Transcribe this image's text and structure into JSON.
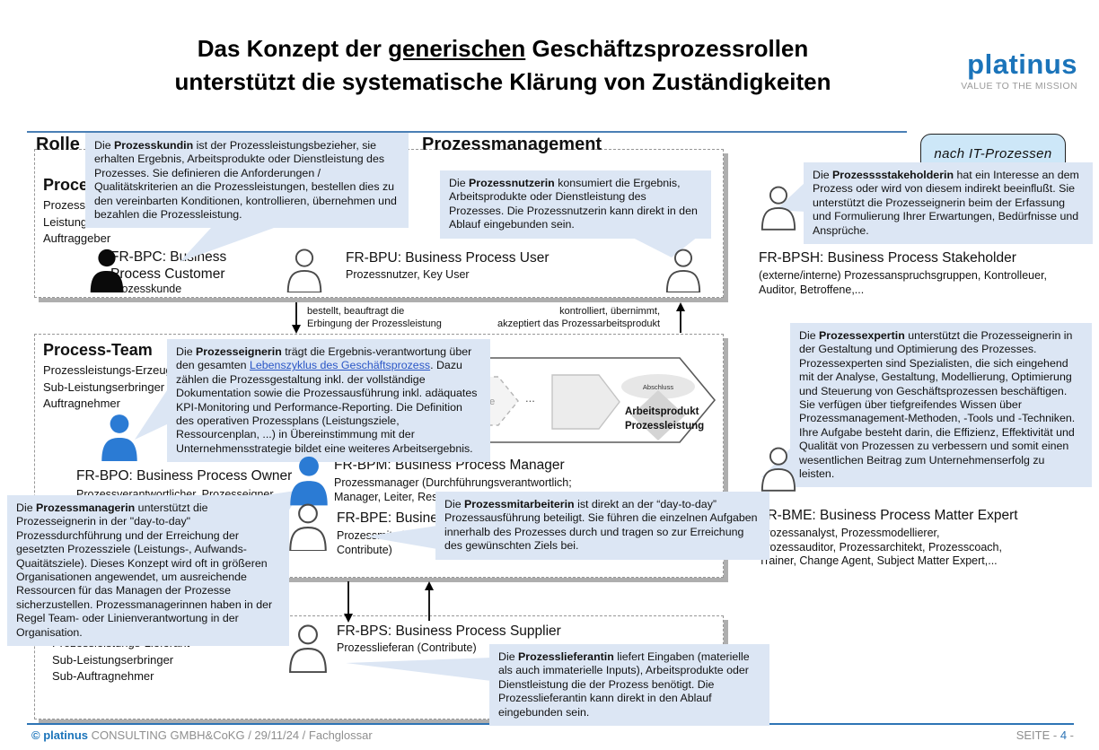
{
  "title": {
    "l1a": "Das Konzept der ",
    "l1b": "generischen",
    "l1c": " Geschäftzsprozessrollen",
    "l2": "unterstützt die systematische Klärung von Zuständigkeiten"
  },
  "logo": {
    "brand": "platinus",
    "tagline": "VALUE TO THE MISSION"
  },
  "header": {
    "left": "Rolle",
    "right": "Prozessmanagement",
    "badge": "nach IT-Prozessen"
  },
  "customer_box": {
    "title": "Proce",
    "line1": "Prozess",
    "line2": "Leistung",
    "line3": "Auftraggeber",
    "bpc_title1": "FR-BPC: Business",
    "bpc_title2": "Process Customer",
    "bpc_sub": "Prozesskunde",
    "bpu_title": "FR-BPU: Business Process User",
    "bpu_sub": "Prozessnutzer, Key User"
  },
  "stakeholder": {
    "title": "FR-BPSH: Business Process Stakeholder",
    "sub1": "(externe/interne) Prozessanspruchsgruppen, Kontrolleuer,",
    "sub2": "Auditor, Betroffene,..."
  },
  "team_box": {
    "title": "Process-Team",
    "line1": "Prozessleistungs-Erzeug",
    "line2": "Sub-Leistungserbringer",
    "line3": "Auftragnehmer",
    "bpo_title": "FR-BPO: Business Process Owner",
    "bpo_sub": "Prozessverantwortlicher, Prozesseigner",
    "bpm_title": "FR-BPM: Business Process Manager",
    "bpm_sub1": "Prozessmanager (Durchführungsverantwortlich;",
    "bpm_sub2": "Manager, Leiter, Responsible)",
    "bpe_title": "FR-BPE: Busine",
    "bpe_sub1": "Prozessmitarbeiter",
    "bpe_sub2": "Contribute)"
  },
  "expert": {
    "title": "FR-BME: Business Process Matter Expert",
    "sub1": "Prozessanalyst, Prozessmodellierer,",
    "sub2": "Prozessauditor, Prozessarchitekt, Prozesscoach,",
    "sub3": "Trainer, Change Agent, Subject Matter Expert,..."
  },
  "supplier_box": {
    "line1": "Prozessleistungs-Lieferant",
    "line2": "Sub-Leistungserbringer",
    "line3": "Sub-Auftragnehmer",
    "bps_title": "FR-BPS: Business Process Supplier",
    "bps_sub": "Prozesslieferan (Contribute)"
  },
  "flow": {
    "chev_fragment": "be",
    "dots": "...",
    "closure": "Abschluss",
    "product1": "Arbeitsprodukt",
    "product2": "Prozessleistung"
  },
  "arrows": {
    "order1": "bestellt, beauftragt die",
    "order2": "Erbingung der Prozessleistung",
    "accept1": "kontrolliert, übernimmt,",
    "accept2": "akzeptiert das Prozessarbeitsprodukt"
  },
  "callouts": {
    "kundin": {
      "pre": "Die ",
      "term": "Prozesskundin",
      "rest": " ist der Prozessleistungsbezieher, sie erhalten Ergebnis, Arbeitsprodukte oder Dienstleistung des Prozesses. Sie definieren die Anforderungen / Qualitätskriterien an die Prozessleistungen, bestellen dies zu den vereinbarten Konditionen, kontrollieren, übernehmen und bezahlen die Prozessleistung."
    },
    "nutzerin": {
      "pre": "Die ",
      "term": "Prozessnutzerin",
      "rest": " konsumiert die Ergebnis, Arbeitsprodukte oder Dienstleistung des Prozesses. Die Prozessnutzerin kann direkt in den Ablauf eingebunden sein."
    },
    "stakeholderin": {
      "pre": "Die ",
      "term": "Prozesssstakeholderin",
      "rest": " hat ein Interesse an dem Prozess oder wird von diesem indirekt beeinflußt. Sie unterstützt die Prozesseignerin beim der Erfassung und Formulierung Ihrer Erwartungen, Bedürfnisse und Ansprüche."
    },
    "eignerin": {
      "pre": "Die ",
      "term": "Prozesseignerin",
      "mid": " trägt die Ergebnis-verantwortung über den gesamten ",
      "link": "Lebenszyklus des Geschäftsprozess",
      "rest": ". Dazu zählen die Prozessgestaltung inkl. der vollständige Dokumentation sowie die Prozessausführung  inkl. adäquates KPI-Monitoring und Performance-Reporting. Die Definition des operativen Prozessplans (Leistungsziele, Ressourcenplan, ...) in Übereinstimmung mit der Unternehmensstrategie bildet eine weiteres Arbeitsergebnis."
    },
    "expertin": {
      "pre": "Die ",
      "term": "Prozessexpertin",
      "rest": " unterstützt die Prozesseignerin in der Gestaltung und Optimierung des Prozesses. Prozessexperten sind Spezialisten, die sich eingehend mit der Analyse, Gestaltung, Modellierung, Optimierung und Steuerung von Geschäftsprozessen beschäftigen. Sie verfügen über tiefgreifendes Wissen über Prozessmanagement-Methoden, -Tools und -Techniken. Ihre Aufgabe besteht darin, die Effizienz, Effektivität und Qualität von Prozessen zu verbessern und somit einen wesentlichen Beitrag zum Unternehmenserfolg zu leisten."
    },
    "managerin": {
      "pre": "Die ",
      "term": "Prozessmanagerin",
      "rest": " unterstützt die Prozesseignerin in der \"day-to-day\" Prozessdurchführung und der Erreichung der gesetzten Prozessziele (Leistungs-, Aufwands- Quaitätsziele). Dieses Konzept wird oft in größeren Organisationen angewendet, um ausreichende Ressourcen für das Managen der Prozesse sicherzustellen. Prozessmanagerinnen haben in der Regel Team- oder Linienverantwortung in der Organisation."
    },
    "mitarbeiterin": {
      "pre": "Die ",
      "term": "Prozessmitarbeiterin",
      "rest": " ist direkt an der “day-to-day” Prozessausführung beteiligt. Sie führen die einzelnen Aufgaben innerhalb des Prozesses durch und tragen so zur Erreichung des gewünschten Ziels bei."
    },
    "lieferantin": {
      "pre": "Die ",
      "term": "Prozesslieferantin",
      "rest": " liefert Eingaben (materielle als auch immaterielle Inputs), Arbeitsprodukte oder Dienstleistung die der Prozess benötigt. Die Prozesslieferantin kann direkt in den Ablauf eingebunden sein."
    }
  },
  "footer": {
    "brand": "© platinus",
    "rest": " CONSULTING GMBH&CoKG /  29/11/24 / Fachglossar",
    "page_pre": "SEITE - ",
    "page_num": "4",
    "page_post": " -"
  }
}
